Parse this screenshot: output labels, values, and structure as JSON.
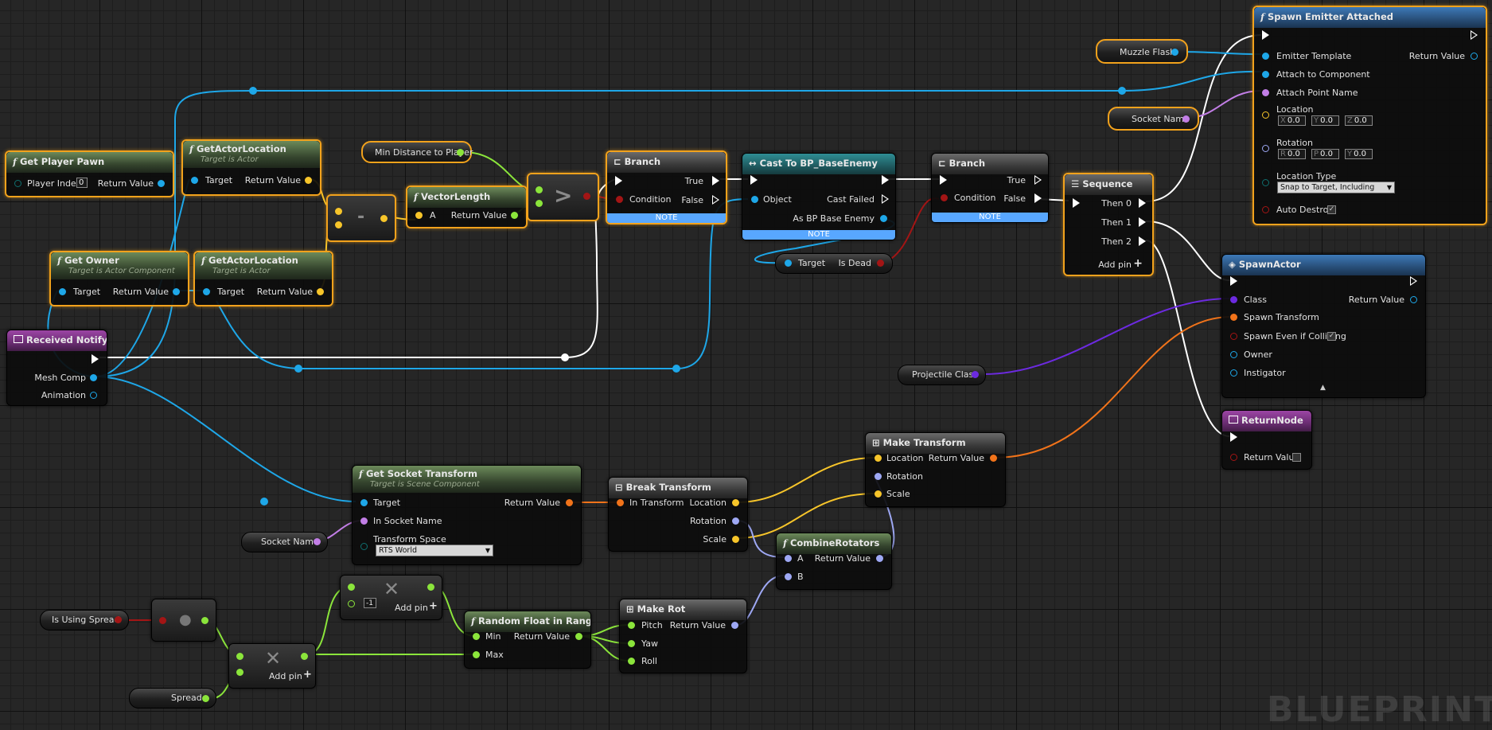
{
  "colors": {
    "exec": "#ffffff",
    "object": "#1ea7e8",
    "vector": "#f7c52a",
    "float": "#8be53b",
    "bool": "#a31515",
    "name": "#c27ee6",
    "rotator": "#9ea8f4",
    "transform": "#f1731a",
    "class": "#6c2ae0",
    "byte": "#0f6e6e",
    "selection": "#f2a21c"
  },
  "nodes": {
    "get_player_pawn": {
      "title": "Get Player Pawn",
      "player_index_label": "Player Index",
      "player_index_value": "0",
      "return_label": "Return Value"
    },
    "get_actor_location_1": {
      "title": "GetActorLocation",
      "subtitle": "Target is Actor",
      "target_label": "Target",
      "return_label": "Return Value"
    },
    "get_owner": {
      "title": "Get Owner",
      "subtitle": "Target is Actor Component",
      "target_label": "Target",
      "return_label": "Return Value"
    },
    "get_actor_location_2": {
      "title": "GetActorLocation",
      "subtitle": "Target is Actor",
      "target_label": "Target",
      "return_label": "Return Value"
    },
    "received_notify": {
      "title": "Received Notify",
      "mesh_comp_label": "Mesh Comp",
      "animation_label": "Animation"
    },
    "min_distance": {
      "label": "Min Distance to Player"
    },
    "vector_length": {
      "title": "VectorLength",
      "a_label": "A",
      "return_label": "Return Value"
    },
    "branch_1": {
      "title": "Branch",
      "true_label": "True",
      "condition_label": "Condition",
      "false_label": "False",
      "note": "NOTE"
    },
    "cast": {
      "title": "Cast To BP_BaseEnemy",
      "object_label": "Object",
      "cast_failed_label": "Cast Failed",
      "as_label": "As BP Base Enemy",
      "note": "NOTE"
    },
    "is_dead": {
      "target_label": "Target",
      "is_dead_label": "Is Dead"
    },
    "branch_2": {
      "title": "Branch",
      "true_label": "True",
      "condition_label": "Condition",
      "false_label": "False",
      "note": "NOTE"
    },
    "sequence": {
      "title": "Sequence",
      "then0": "Then 0",
      "then1": "Then 1",
      "then2": "Then 2",
      "add_pin": "Add pin"
    },
    "muzzle_flash": {
      "label": "Muzzle Flash"
    },
    "socket_name_top": {
      "label": "Socket Name"
    },
    "spawn_emitter": {
      "title": "Spawn Emitter Attached",
      "emitter_template": "Emitter Template",
      "return_label": "Return Value",
      "attach_component": "Attach to Component",
      "attach_point": "Attach Point Name",
      "location_label": "Location",
      "loc_x": "X",
      "loc_x_val": "0.0",
      "loc_y": "Y",
      "loc_y_val": "0.0",
      "loc_z": "Z",
      "loc_z_val": "0.0",
      "rotation_label": "Rotation",
      "rot_r": "R",
      "rot_r_val": "0.0",
      "rot_p": "P",
      "rot_p_val": "0.0",
      "rot_y": "Y",
      "rot_y_val": "0.0",
      "location_type_label": "Location Type",
      "location_type_value": "Snap to Target, Including Scale",
      "auto_destroy": "Auto Destroy"
    },
    "spawn_actor": {
      "title": "SpawnActor",
      "class_label": "Class",
      "return_label": "Return Value",
      "spawn_transform": "Spawn Transform",
      "spawn_even": "Spawn Even if Colliding",
      "owner": "Owner",
      "instigator": "Instigator"
    },
    "projectile_class": {
      "label": "Projectile Class"
    },
    "return_node": {
      "title": "ReturnNode",
      "return_label": "Return Value"
    },
    "make_transform": {
      "title": "Make Transform",
      "location": "Location",
      "return_label": "Return Value",
      "rotation": "Rotation",
      "scale": "Scale"
    },
    "get_socket_transform": {
      "title": "Get Socket Transform",
      "subtitle": "Target is Scene Component",
      "target_label": "Target",
      "return_label": "Return Value",
      "in_socket": "In Socket Name",
      "transform_space": "Transform Space",
      "transform_space_value": "RTS World"
    },
    "socket_name_bottom": {
      "label": "Socket Name"
    },
    "break_transform": {
      "title": "Break Transform",
      "in_transform": "In Transform",
      "location": "Location",
      "rotation": "Rotation",
      "scale": "Scale"
    },
    "combine_rotators": {
      "title": "CombineRotators",
      "a_label": "A",
      "return_label": "Return Value",
      "b_label": "B"
    },
    "is_using_spread": {
      "label": "Is Using Spread"
    },
    "multiply_top": {
      "value": "-1",
      "add_pin": "Add pin"
    },
    "multiply_bottom": {
      "add_pin": "Add pin"
    },
    "random_float": {
      "title": "Random Float in Range",
      "min_label": "Min",
      "return_label": "Return Value",
      "max_label": "Max"
    },
    "make_rot": {
      "title": "Make Rot",
      "pitch": "Pitch",
      "return_label": "Return Value",
      "yaw": "Yaw",
      "roll": "Roll"
    },
    "spread": {
      "label": "Spread"
    }
  },
  "watermark": "BLUEPRINT"
}
